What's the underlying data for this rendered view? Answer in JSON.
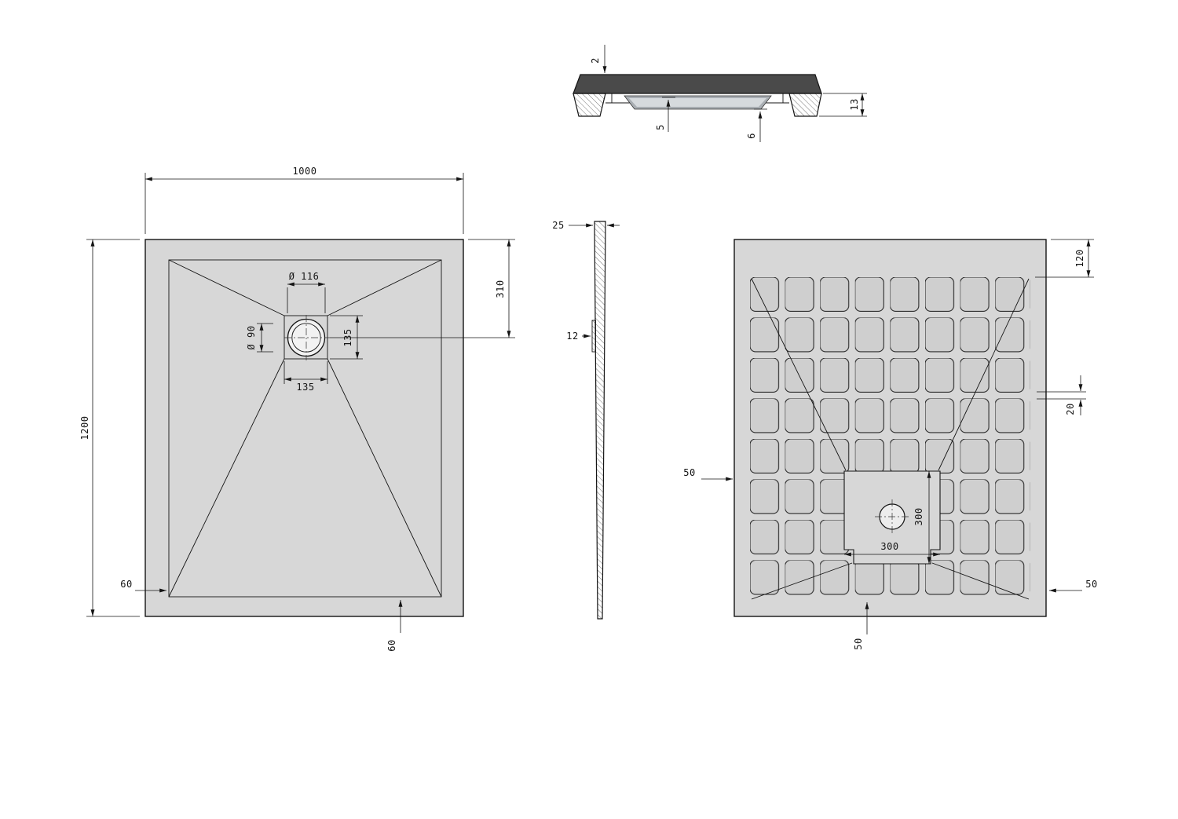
{
  "drawing": {
    "colors": {
      "tray": "#d7d7d7",
      "pocket": "#cfcfcf",
      "dark_section": "#4a4a4a",
      "line": "#141414",
      "background": "#ffffff"
    },
    "views": {
      "section": {
        "dims": {
          "top_lip": "2",
          "recess_depth": "5",
          "cover_drop": "6",
          "edge_height": "13"
        }
      },
      "plan": {
        "dims": {
          "width": "1000",
          "length": "1200",
          "drain_flange_dia": "Ø 116",
          "drain_dia": "Ø 90",
          "drain_center_from_top": "310",
          "drain_square_height": "135",
          "drain_square_width": "135",
          "rim_left": "60",
          "rim_bottom": "60"
        }
      },
      "side": {
        "dims": {
          "thickness": "25",
          "drain_boss": "12"
        }
      },
      "bottom": {
        "grid": {
          "columns": 8,
          "rows": 8,
          "pocket_shape": "rounded-square"
        },
        "dims": {
          "top_margin": "120",
          "rib": "20",
          "left_margin": "50",
          "right_margin": "50",
          "bottom_margin": "50",
          "recess_w": "300",
          "recess_h": "300"
        }
      }
    }
  }
}
